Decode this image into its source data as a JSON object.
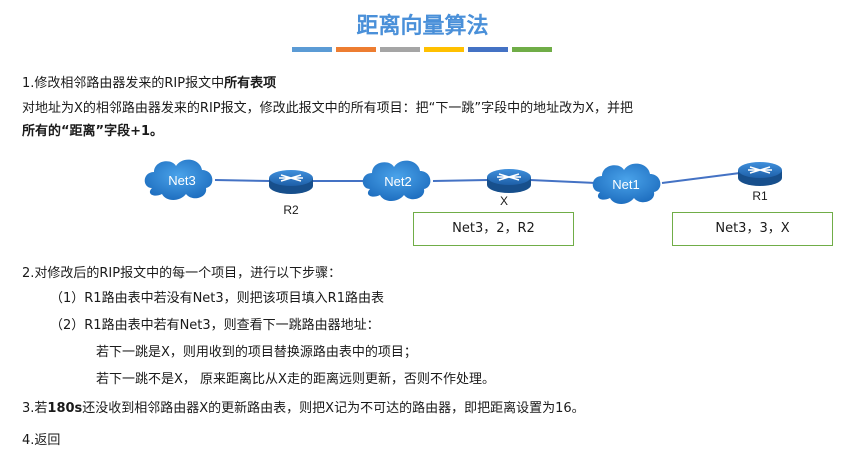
{
  "title": "距离向量算法",
  "stripe_colors": [
    "#5b9bd5",
    "#ed7d31",
    "#a5a5a5",
    "#ffc000",
    "#4472c4",
    "#70ad47"
  ],
  "step1": {
    "head_normal": "1.修改相邻路由器发来的RIP报文中",
    "head_bold": "所有表项",
    "line2": "对地址为X的相邻路由器发来的RIP报文，修改此报文中的所有项目：把“下一跳”字段中的地址改为X，并把",
    "line3_bold": "所有的“距离”字段+1。"
  },
  "diagram": {
    "clouds": [
      "Net3",
      "Net2",
      "Net1"
    ],
    "routers": [
      "R2",
      "X",
      "R1"
    ],
    "box_left": "Net3，2，R2",
    "box_right": "Net3，3，X"
  },
  "step2": {
    "head": "2.对修改后的RIP报文中的每一个项目，进行以下步骤：",
    "sub1": "（1）R1路由表中若没有Net3，则把该项目填入R1路由表",
    "sub2": "（2）R1路由表中若有Net3，则查看下一跳路由器地址：",
    "sub2a": "若下一跳是X，则用收到的项目替换源路由表中的项目；",
    "sub2b": "若下一跳不是X， 原来距离比从X走的距离远则更新，否则不作处理。"
  },
  "step3": {
    "pre": "3.若",
    "bold": "180s",
    "post": "还没收到相邻路由器X的更新路由表，则把X记为不可达的路由器，即把距离设置为16。"
  },
  "step4": "4.返回"
}
